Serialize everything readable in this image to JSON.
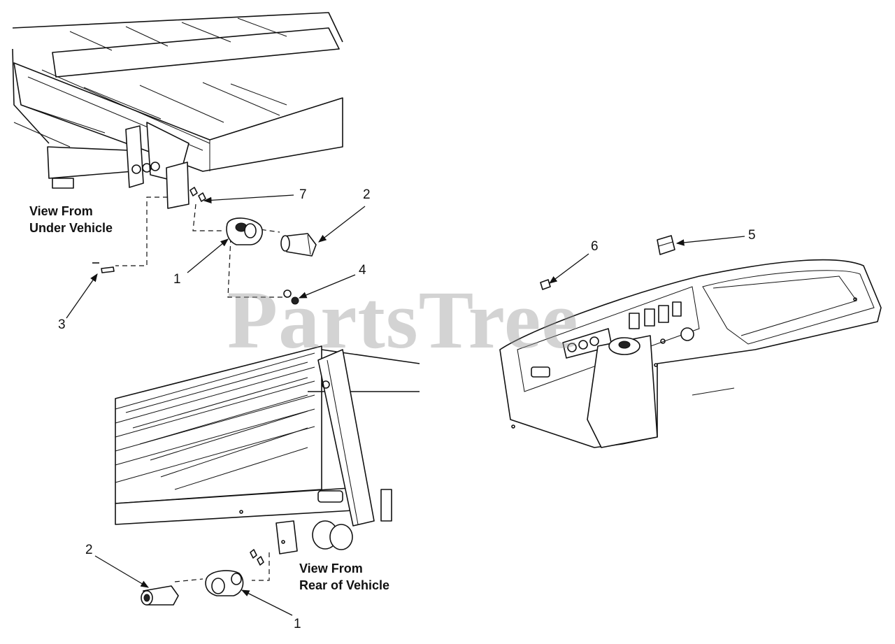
{
  "watermark": "PartsTree",
  "captions": {
    "under_vehicle": [
      "View From",
      "Under Vehicle"
    ],
    "rear_vehicle": [
      "View From",
      "Rear of Vehicle"
    ]
  },
  "callouts": [
    {
      "id": "label-7",
      "text": "7"
    },
    {
      "id": "label-2-top",
      "text": "2"
    },
    {
      "id": "label-1-top",
      "text": "1"
    },
    {
      "id": "label-4",
      "text": "4"
    },
    {
      "id": "label-3",
      "text": "3"
    },
    {
      "id": "label-6",
      "text": "6"
    },
    {
      "id": "label-5",
      "text": "5"
    },
    {
      "id": "label-2-bottom",
      "text": "2"
    },
    {
      "id": "label-1-bottom",
      "text": "1"
    }
  ]
}
